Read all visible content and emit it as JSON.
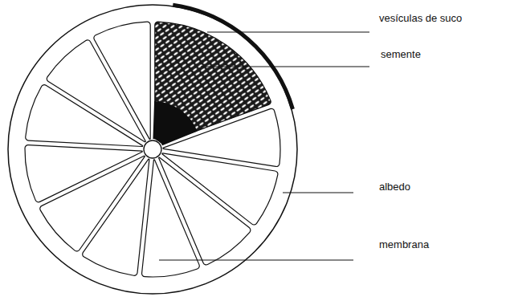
{
  "diagram": {
    "labels": [
      "vesículas de suco",
      "semente",
      "albedo",
      "membrana"
    ]
  }
}
